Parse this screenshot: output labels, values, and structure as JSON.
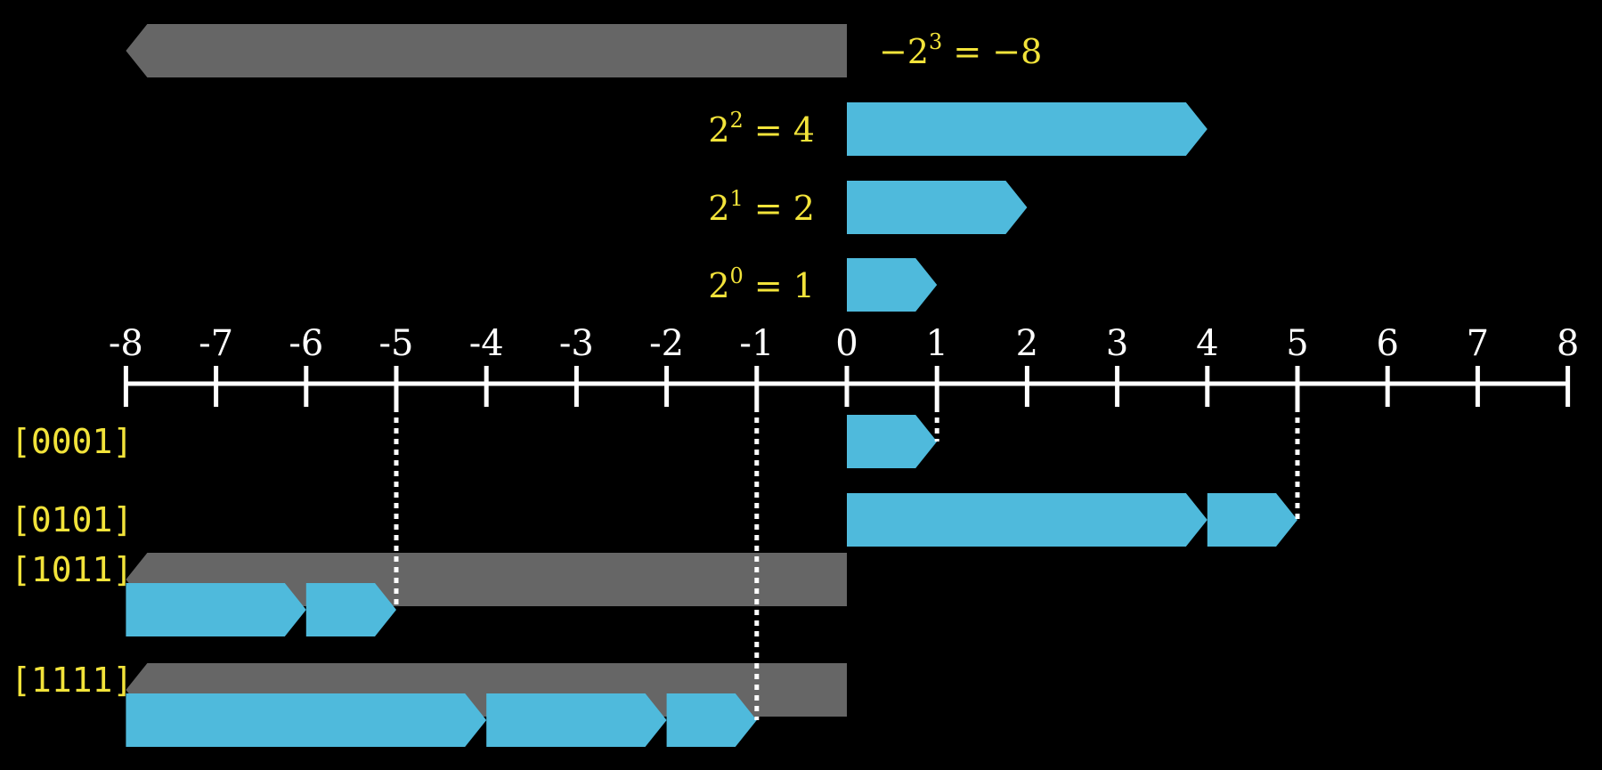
{
  "colors": {
    "background": "#000000",
    "positive_bar": "#4fbadc",
    "negative_bar": "#666666",
    "label": "#f2e33a",
    "axis": "#ffffff"
  },
  "number_line": {
    "ticks": [
      "-8",
      "-7",
      "-6",
      "-5",
      "-4",
      "-3",
      "-2",
      "-1",
      "0",
      "1",
      "2",
      "3",
      "4",
      "5",
      "6",
      "7",
      "8"
    ],
    "min": -8,
    "max": 8
  },
  "place_values": [
    {
      "base": "2",
      "exp": "3",
      "sign": "−",
      "rhs": "−8",
      "from": 0,
      "to": -8
    },
    {
      "base": "2",
      "exp": "2",
      "sign": "",
      "rhs": "4",
      "from": 0,
      "to": 4
    },
    {
      "base": "2",
      "exp": "1",
      "sign": "",
      "rhs": "2",
      "from": 0,
      "to": 2
    },
    {
      "base": "2",
      "exp": "0",
      "sign": "",
      "rhs": "1",
      "from": 0,
      "to": 1
    }
  ],
  "encodings": [
    {
      "code": "[0001]",
      "negative": null,
      "segments": [
        [
          0,
          1
        ]
      ],
      "marker": 1
    },
    {
      "code": "[0101]",
      "negative": null,
      "segments": [
        [
          0,
          4
        ],
        [
          4,
          5
        ]
      ],
      "marker": 5
    },
    {
      "code": "[1011]",
      "negative": [
        0,
        -8
      ],
      "segments": [
        [
          -8,
          -6
        ],
        [
          -6,
          -5
        ]
      ],
      "marker": -5
    },
    {
      "code": "[1111]",
      "negative": [
        0,
        -8
      ],
      "segments": [
        [
          -8,
          -4
        ],
        [
          -4,
          -2
        ],
        [
          -2,
          -1
        ]
      ],
      "marker": -1
    }
  ]
}
